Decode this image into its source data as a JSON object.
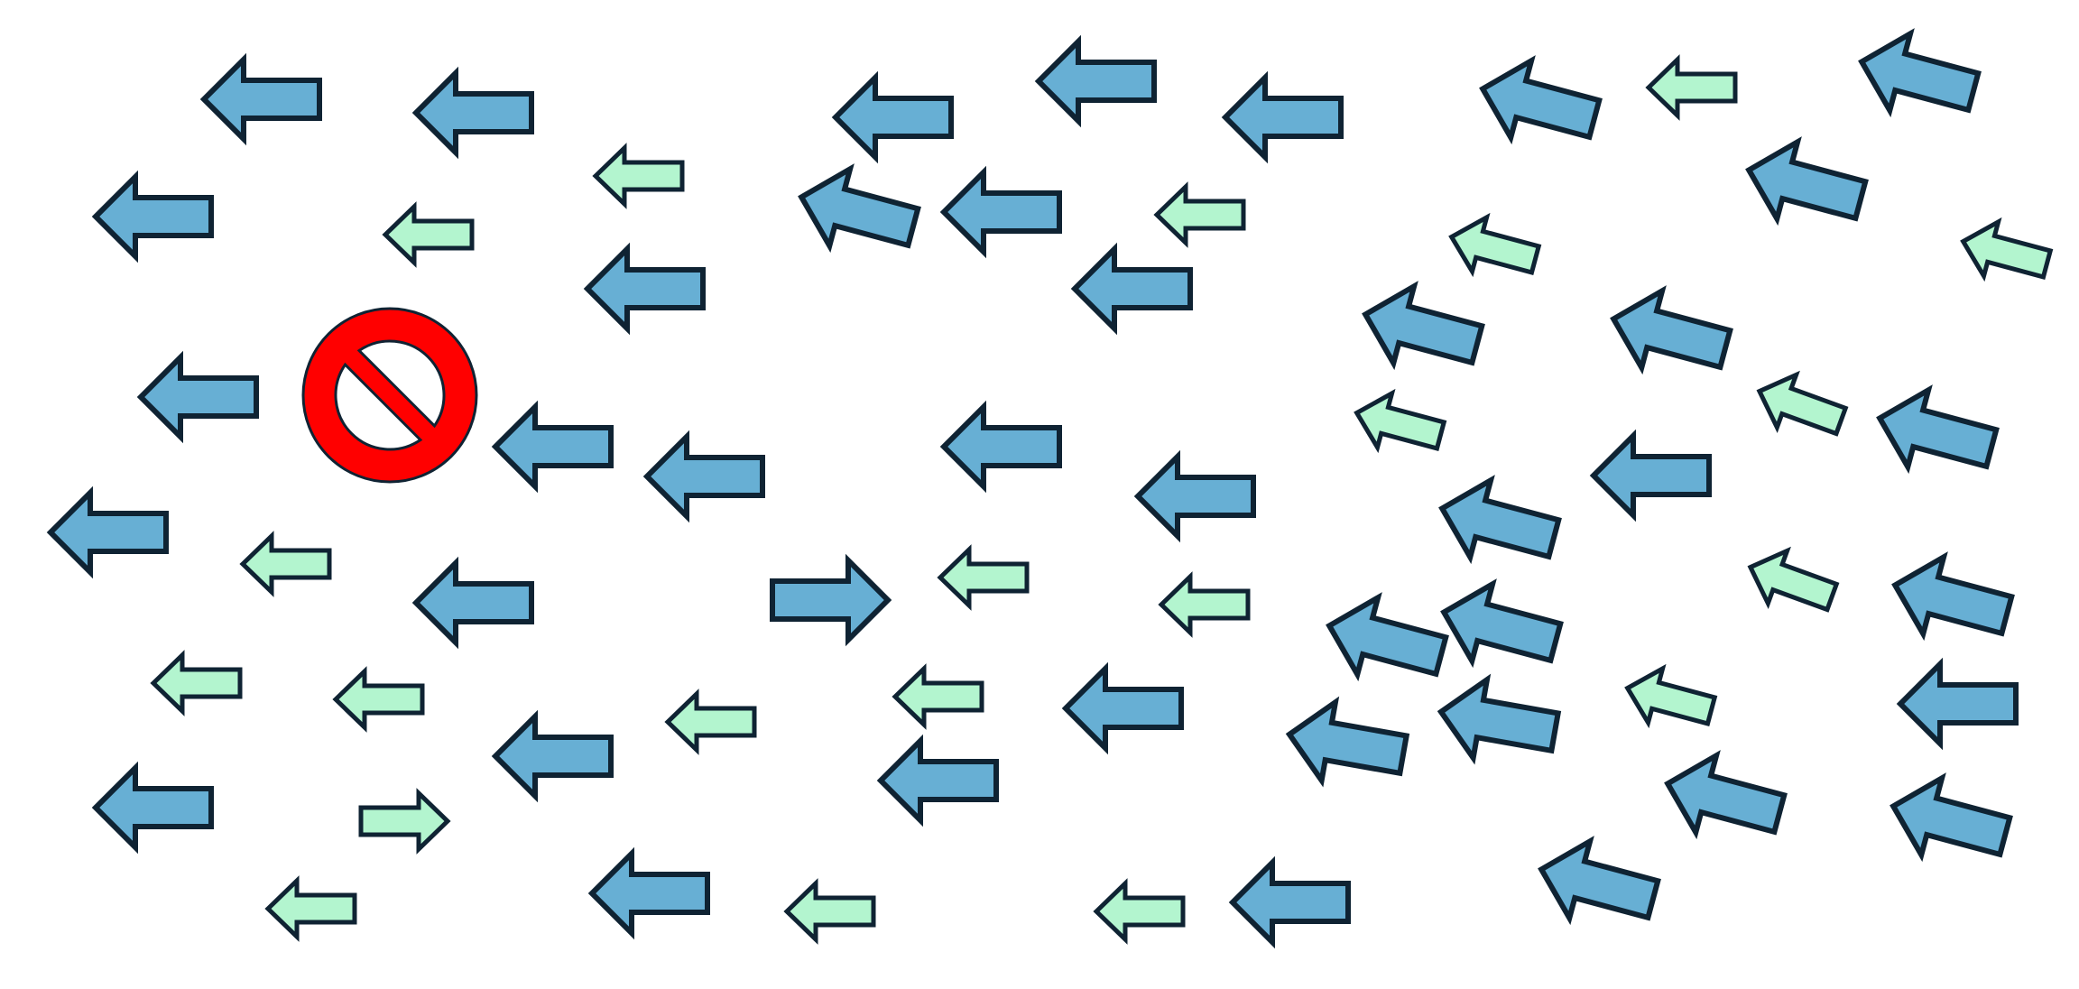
{
  "diagram": {
    "background": "#ffffff",
    "colors": {
      "large_fill": "#67afd4",
      "small_fill": "#b3f5cf",
      "outline": "#0f2333",
      "prohibition_fill": "#ff0000",
      "prohibition_inner": "#ffffff"
    },
    "prohibition_icon": "no-entry-icon",
    "arrows": [
      {
        "size": "large",
        "dir": "left"
      },
      {
        "size": "large",
        "dir": "left"
      },
      {
        "size": "large",
        "dir": "left"
      },
      {
        "size": "large",
        "dir": "left"
      },
      {
        "size": "large",
        "dir": "left"
      },
      {
        "size": "large",
        "dir": "left"
      },
      {
        "size": "large",
        "dir": "left"
      },
      {
        "size": "large",
        "dir": "left"
      },
      {
        "size": "large",
        "dir": "left"
      },
      {
        "size": "large",
        "dir": "left"
      },
      {
        "size": "large",
        "dir": "left"
      },
      {
        "size": "large",
        "dir": "left"
      },
      {
        "size": "large",
        "dir": "left"
      },
      {
        "size": "large",
        "dir": "right"
      },
      {
        "size": "large",
        "dir": "left"
      },
      {
        "size": "large",
        "dir": "left"
      },
      {
        "size": "large",
        "dir": "left"
      },
      {
        "size": "large",
        "dir": "left"
      },
      {
        "size": "large",
        "dir": "left"
      },
      {
        "size": "large",
        "dir": "left"
      },
      {
        "size": "large",
        "dir": "left"
      },
      {
        "size": "large",
        "dir": "left"
      },
      {
        "size": "large",
        "dir": "left"
      },
      {
        "size": "large",
        "dir": "left"
      },
      {
        "size": "large",
        "dir": "left"
      },
      {
        "size": "large",
        "dir": "left"
      },
      {
        "size": "large",
        "dir": "left"
      },
      {
        "size": "large",
        "dir": "left"
      },
      {
        "size": "large",
        "dir": "left"
      },
      {
        "size": "large",
        "dir": "left"
      },
      {
        "size": "large",
        "dir": "left"
      },
      {
        "size": "large",
        "dir": "left"
      },
      {
        "size": "large",
        "dir": "left"
      },
      {
        "size": "large",
        "dir": "left"
      },
      {
        "size": "large",
        "dir": "left"
      },
      {
        "size": "large",
        "dir": "left"
      },
      {
        "size": "large",
        "dir": "left"
      },
      {
        "size": "large",
        "dir": "left"
      },
      {
        "size": "large",
        "dir": "left"
      },
      {
        "size": "large",
        "dir": "left"
      },
      {
        "size": "large",
        "dir": "left"
      },
      {
        "size": "small",
        "dir": "left"
      },
      {
        "size": "small",
        "dir": "left"
      },
      {
        "size": "small",
        "dir": "left"
      },
      {
        "size": "small",
        "dir": "left"
      },
      {
        "size": "small",
        "dir": "left"
      },
      {
        "size": "small",
        "dir": "left"
      },
      {
        "size": "small",
        "dir": "left"
      },
      {
        "size": "small",
        "dir": "right"
      },
      {
        "size": "small",
        "dir": "left"
      },
      {
        "size": "small",
        "dir": "left"
      },
      {
        "size": "small",
        "dir": "left"
      },
      {
        "size": "small",
        "dir": "left"
      },
      {
        "size": "small",
        "dir": "left"
      },
      {
        "size": "small",
        "dir": "left"
      },
      {
        "size": "small",
        "dir": "left"
      },
      {
        "size": "small",
        "dir": "left"
      },
      {
        "size": "small",
        "dir": "left"
      },
      {
        "size": "small",
        "dir": "left"
      },
      {
        "size": "small",
        "dir": "left"
      },
      {
        "size": "small",
        "dir": "left"
      },
      {
        "size": "small",
        "dir": "left"
      }
    ]
  }
}
